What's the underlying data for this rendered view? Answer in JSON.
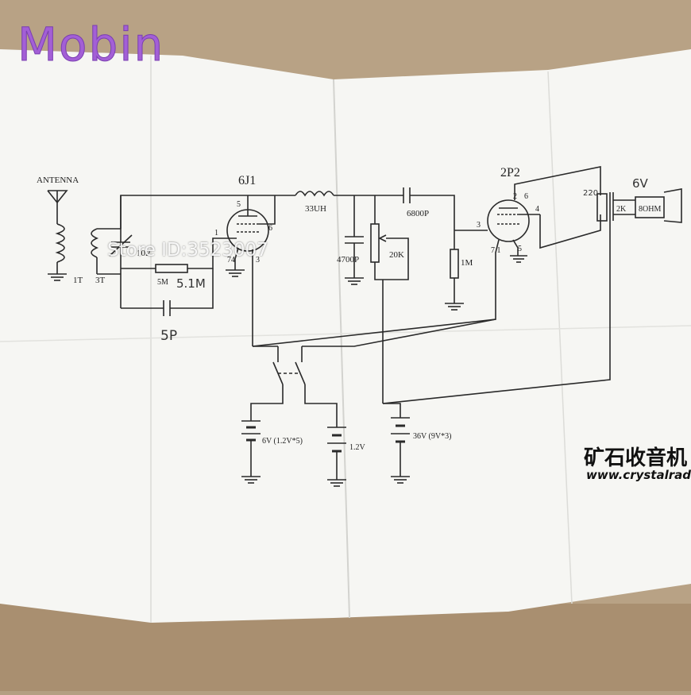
{
  "watermark": "Mobin",
  "store_watermark": "Store ID:3523007",
  "labels": {
    "antenna": "ANTENNA",
    "coil_1t": "1T",
    "coil_3t": "3T",
    "cap_10p": "10P",
    "res_5m": "5M",
    "res_5_1m": "5.1M",
    "cap_5p": "5P",
    "tube_6j1": "6J1",
    "pin_5": "5",
    "pin_6": "6",
    "pin_1": "1",
    "pin_74": "74",
    "pin_3": "3",
    "ind_33uh": "33UH",
    "cap_4700p": "4700P",
    "pot_20k": "20K",
    "cap_6800p": "6800P",
    "res_1m": "1M",
    "tube_2p2": "2P2",
    "pin_2": "2",
    "pin_6b": "6",
    "pin_3b": "3",
    "pin_4": "4",
    "pin_71": "7 1",
    "pin_5b": "5",
    "volt_6v_hand": "6V",
    "imp_2k": "2K",
    "imp_8ohm": "8OHM",
    "res_220": "220",
    "bat_6v": "6V (1.2V*5)",
    "bat_1_2v": "1.2V",
    "bat_36v": "36V (9V*3)"
  },
  "brand_cn": "矿石收音机",
  "brand_url": "www.crystalradio.c"
}
